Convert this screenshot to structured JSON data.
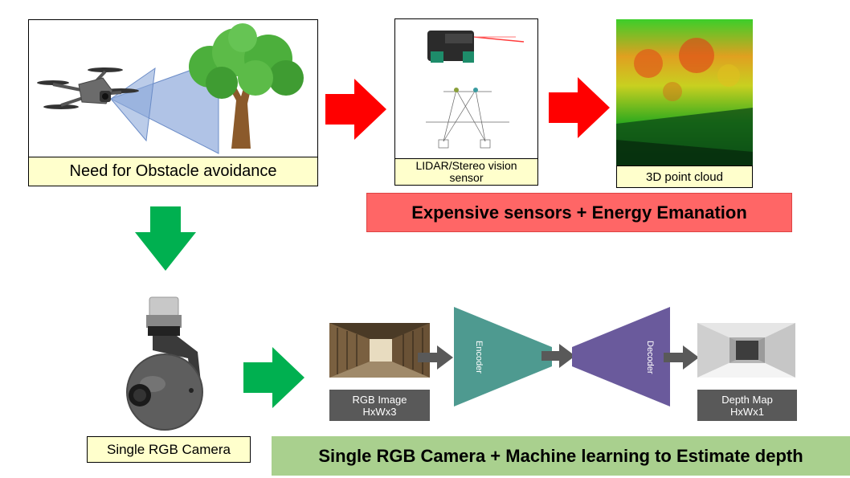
{
  "top_left": {
    "caption": "Need for Obstacle avoidance"
  },
  "sensor": {
    "caption": "LIDAR/Stereo vision sensor"
  },
  "pointcloud": {
    "caption": "3D point cloud"
  },
  "banner_top": {
    "text": "Expensive sensors + Energy Emanation",
    "color": "#ff6666"
  },
  "camera": {
    "caption": "Single RGB Camera"
  },
  "pipeline": {
    "rgb_title": "RGB Image",
    "rgb_dims": "HxWx3",
    "encoder": "Encoder",
    "decoder": "Decoder",
    "depth_title": "Depth Map",
    "depth_dims": "HxWx1"
  },
  "banner_bottom": {
    "text": "Single RGB Camera + Machine learning to Estimate depth",
    "color": "#a9d08e"
  },
  "colors": {
    "red_arrow": "#ff0000",
    "green_arrow": "#00b050",
    "encoder": "#4e9a90",
    "decoder": "#6a5a9c",
    "gray_arrow": "#555555"
  }
}
